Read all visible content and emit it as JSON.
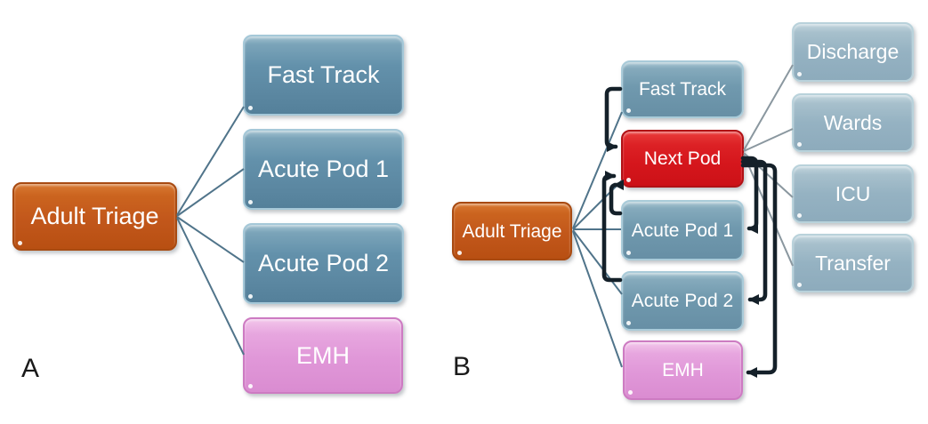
{
  "panel_a": {
    "label": "A",
    "root": "Adult Triage",
    "destinations": [
      "Fast Track",
      "Acute Pod 1",
      "Acute Pod 2",
      "EMH"
    ],
    "edges": [
      {
        "from": "Adult Triage",
        "to": "Fast Track"
      },
      {
        "from": "Adult Triage",
        "to": "Acute Pod 1"
      },
      {
        "from": "Adult Triage",
        "to": "Acute Pod 2"
      },
      {
        "from": "Adult Triage",
        "to": "EMH"
      }
    ]
  },
  "panel_b": {
    "label": "B",
    "root": "Adult Triage",
    "pods": [
      "Fast Track",
      "Next Pod",
      "Acute Pod 1",
      "Acute Pod 2",
      "EMH"
    ],
    "outcomes": [
      "Discharge",
      "Wards",
      "ICU",
      "Transfer"
    ],
    "triage_edges": [
      {
        "from": "Adult Triage",
        "to": "Fast Track"
      },
      {
        "from": "Adult Triage",
        "to": "Next Pod"
      },
      {
        "from": "Adult Triage",
        "to": "Acute Pod 1"
      },
      {
        "from": "Adult Triage",
        "to": "Acute Pod 2"
      },
      {
        "from": "Adult Triage",
        "to": "EMH"
      }
    ],
    "flow_arrows": [
      {
        "from": "Fast Track",
        "to": "Next Pod"
      },
      {
        "from": "Acute Pod 1",
        "to": "Next Pod"
      },
      {
        "from": "Acute Pod 2",
        "to": "Next Pod"
      },
      {
        "from": "Next Pod",
        "to": "Acute Pod 1"
      },
      {
        "from": "Next Pod",
        "to": "Acute Pod 2"
      },
      {
        "from": "Next Pod",
        "to": "EMH"
      }
    ],
    "outcome_edges": [
      {
        "from": "Next Pod",
        "to": "Discharge"
      },
      {
        "from": "Next Pod",
        "to": "Wards"
      },
      {
        "from": "Next Pod",
        "to": "ICU"
      },
      {
        "from": "Next Pod",
        "to": "Transfer"
      }
    ]
  },
  "colors": {
    "triage_orange": "#c2571b",
    "pod_steel_blue": "#6391ab",
    "next_pod_red": "#d5161c",
    "emh_pink": "#e097d8",
    "outcome_light_blue": "#95b2c2",
    "triage_line": "#50748a",
    "outcome_line": "#8a979f",
    "flow_arrow": "#142029",
    "box_text": "#ffffff"
  }
}
